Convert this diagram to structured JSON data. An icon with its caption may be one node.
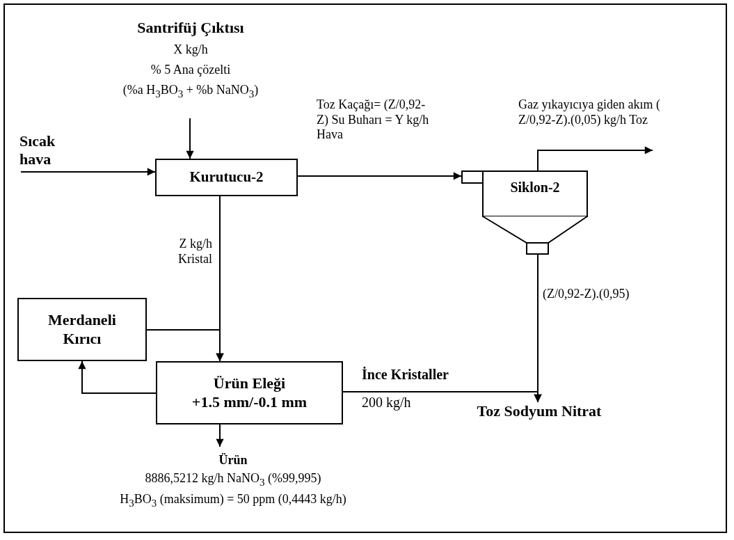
{
  "diagram": {
    "nodes": [
      {
        "text": [
          "Santrifüj Çıktısı",
          "X kg/h",
          "% 5 Ana çözelti",
          "(%a H$_{3}$BO$_{3}$ + %b NaNO$_{3}$)"
        ]
      },
      {
        "text": [
          "Kurutucu-2"
        ]
      },
      {
        "text": [
          "Siklon-2"
        ]
      },
      {
        "text": [
          "Merdaneli Kırıcı"
        ]
      },
      {
        "text": [
          "Ürün Eleği",
          "+1.5 mm/-0.1 mm"
        ]
      },
      {
        "text": [
          "Ürün",
          "8886,5212 kg/h NaNO$_{3}$ (%99,995)",
          "H$_{3}$BO$_{3}$ (maksimum) = 50 ppm (0,4443 kg/h)"
        ]
      },
      {
        "text": [
          "Toz Sodyum Nitrat"
        ]
      }
    ],
    "edges": [
      {
        "from": 0,
        "to": 1,
        "arrow": "to"
      },
      {
        "from": null,
        "to": 1,
        "arrow": "to",
        "label": "Sıcak hava"
      },
      {
        "from": 1,
        "to": 2,
        "arrow": "to",
        "label": "Toz Kaçağı= (Z/0,92-Z) Su Buharı = Y kg/h Hava"
      },
      {
        "from": 2,
        "to": null,
        "arrow": "to",
        "label": "Gaz yıkayıcıya giden akım ( Z/0,92-Z).(0,05) kg/h Toz"
      },
      {
        "from": 1,
        "to": 4,
        "arrow": "to",
        "label": "Z kg/h Kristal"
      },
      {
        "from": 3,
        "to": 4,
        "arrow": "to"
      },
      {
        "from": 4,
        "to": 3,
        "arrow": "to"
      },
      {
        "from": 4,
        "to": 5,
        "arrow": "to"
      },
      {
        "from": 4,
        "to": 6,
        "arrow": "to",
        "label": "**İnce Kristaller** 200 kg/h"
      },
      {
        "from": 2,
        "to": 6,
        "arrow": "to",
        "label": "(Z/0,92-Z).(0,95)"
      }
    ]
  }
}
